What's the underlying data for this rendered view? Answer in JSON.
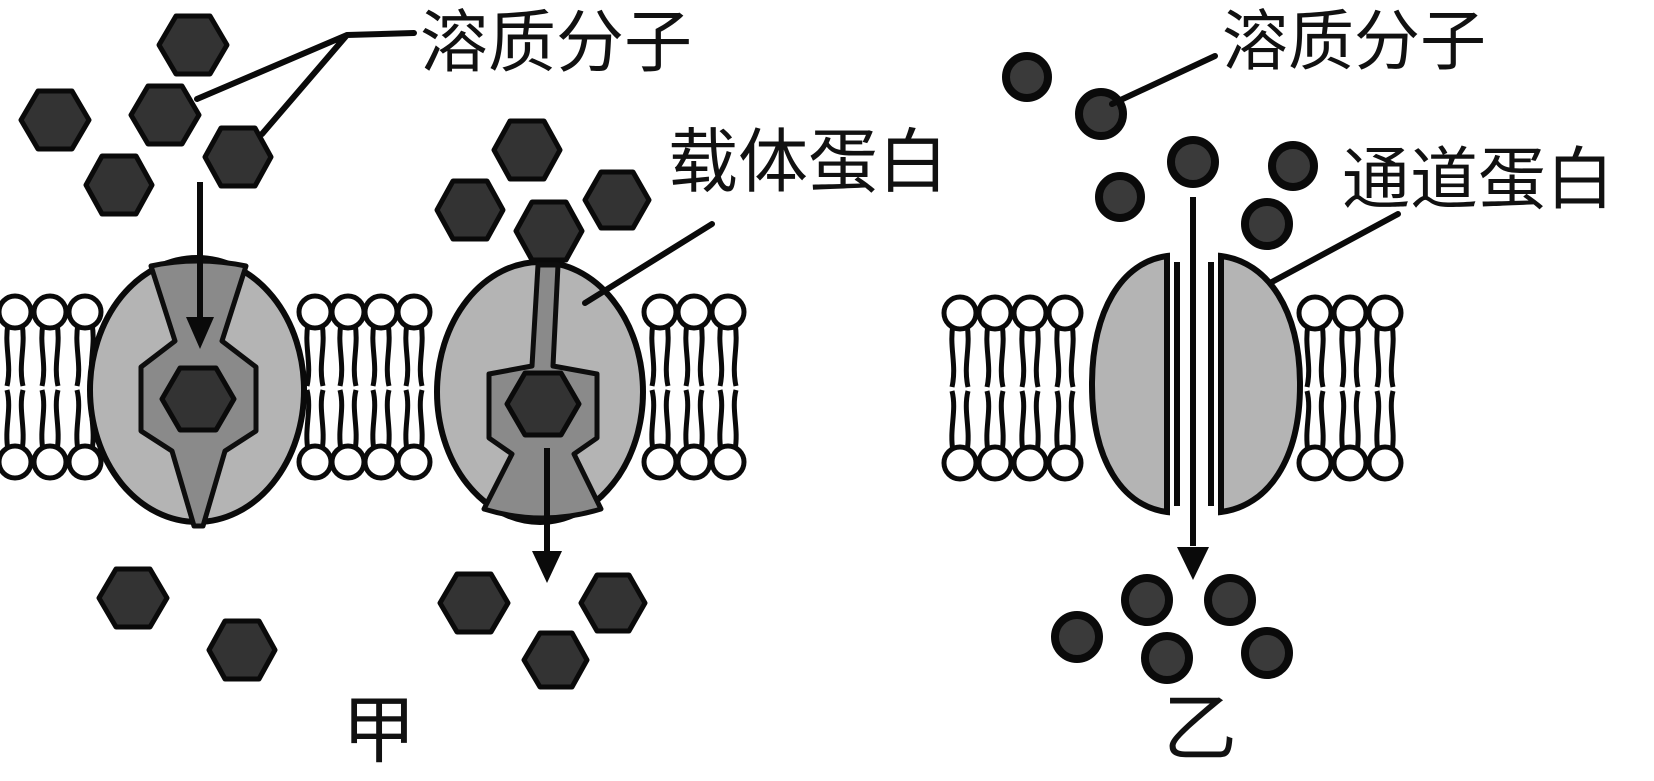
{
  "figure": {
    "background": "#ffffff",
    "left_panel": {
      "caption": "甲",
      "solute_label": "溶质分子",
      "protein_label": "载体蛋白",
      "protein_type": "carrier protein",
      "solute_shape": "hexagon",
      "protein_count": 2,
      "solutes_above_membrane": 9,
      "solutes_inside_proteins": 2,
      "solutes_below_membrane": 5,
      "transport_direction": "downward across membrane"
    },
    "right_panel": {
      "caption": "乙",
      "solute_label": "溶质分子",
      "protein_label": "通道蛋白",
      "protein_type": "channel protein",
      "solute_shape": "circle",
      "protein_count": 1,
      "solutes_above_membrane": 6,
      "solutes_below_membrane": 5,
      "transport_direction": "downward through channel"
    },
    "colors": {
      "protein_fill": "#b4b4b4",
      "protein_channel_fill": "#8a8a8a",
      "solute_fill": "#333333",
      "outline": "#0a0a0a",
      "lipid_head_fill": "#ffffff"
    }
  }
}
